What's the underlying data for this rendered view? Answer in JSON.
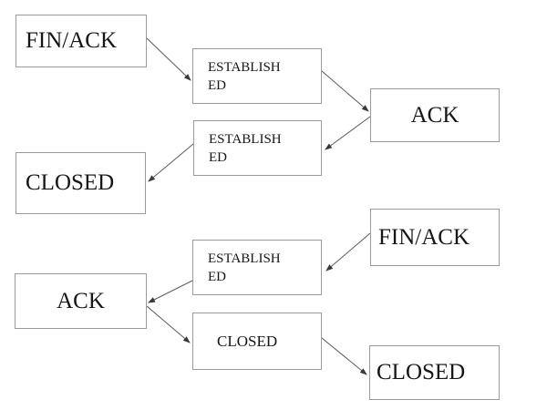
{
  "colors": {
    "background": "#ffffff",
    "border_color": "#9a9a9a",
    "line_color": "#5a5a5a",
    "arrowhead_color": "#3a3a3a",
    "text_color": "#161616"
  },
  "diagram": {
    "description_of_content": "flow diagram of message exchanges between FIN/ACK, ESTABLISHED, ACK and CLOSED states",
    "nodes": {
      "finack_top_left": {
        "label": "FIN/ACK"
      },
      "established_1": {
        "label": "ESTABLISHED",
        "lines": [
          "ESTABLISH",
          "ED"
        ]
      },
      "established_2": {
        "label": "ESTABLISHED",
        "lines": [
          "ESTABLISH",
          "ED"
        ]
      },
      "closed_top_left": {
        "label": "CLOSED"
      },
      "ack_top_right": {
        "label": "ACK"
      },
      "finack_bottom_right": {
        "label": "FIN/ACK"
      },
      "established_3": {
        "label": "ESTABLISHED",
        "lines": [
          "ESTABLISH",
          "ED"
        ]
      },
      "ack_bottom_left": {
        "label": "ACK"
      },
      "closed_middle": {
        "label": "CLOSED"
      },
      "closed_bottom_right": {
        "label": "CLOSED"
      }
    },
    "edges": [
      {
        "from": "finack_top_left",
        "to": "established_1"
      },
      {
        "from": "established_1",
        "to": "ack_top_right"
      },
      {
        "from": "ack_top_right",
        "to": "established_2"
      },
      {
        "from": "established_2",
        "to": "closed_top_left"
      },
      {
        "from": "finack_bottom_right",
        "to": "established_3"
      },
      {
        "from": "established_3",
        "to": "ack_bottom_left"
      },
      {
        "from": "ack_bottom_left",
        "to": "closed_middle"
      },
      {
        "from": "closed_middle",
        "to": "closed_bottom_right"
      }
    ]
  }
}
